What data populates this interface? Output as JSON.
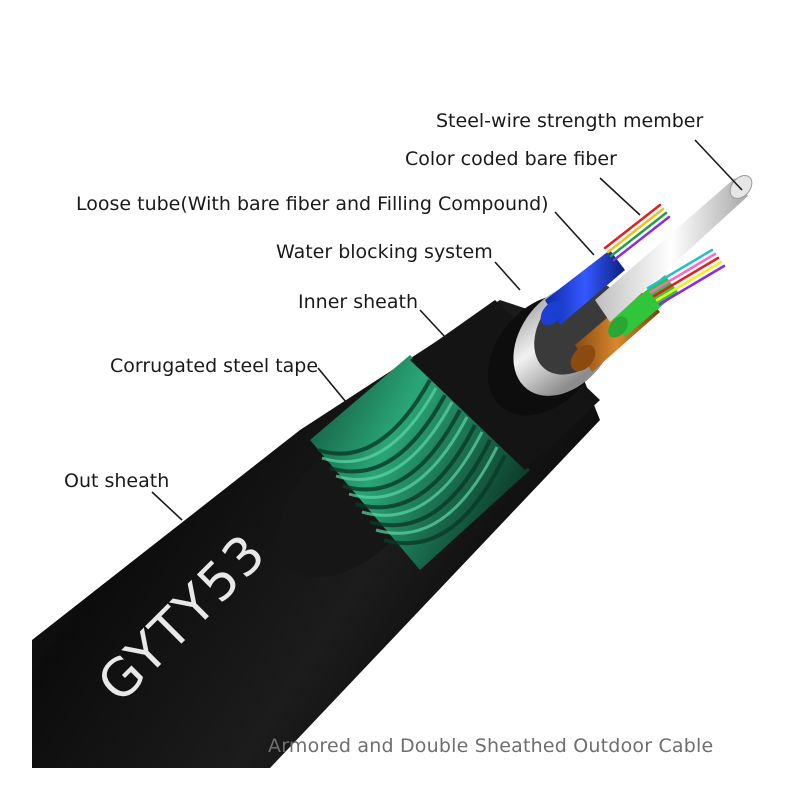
{
  "labels": {
    "steel_wire": "Steel-wire strength member",
    "color_fiber": "Color coded bare fiber",
    "loose_tube": "Loose tube(With bare fiber and Filling Compound)",
    "water_blocking": "Water blocking system",
    "inner_sheath": "Inner sheath",
    "corrugated_tape": "Corrugated steel tape",
    "out_sheath": "Out sheath"
  },
  "cable_print": "GYTY53",
  "caption": "Armored and Double Sheathed Outdoor Cable",
  "colors": {
    "sheath": "#101010",
    "armor": "#1f8a62",
    "inner_sheath_ring": "#d9d9d9",
    "loose_tube_blue": "#1b3fd0",
    "loose_tube_orange": "#c8751f",
    "loose_tube_green": "#31c53b"
  }
}
